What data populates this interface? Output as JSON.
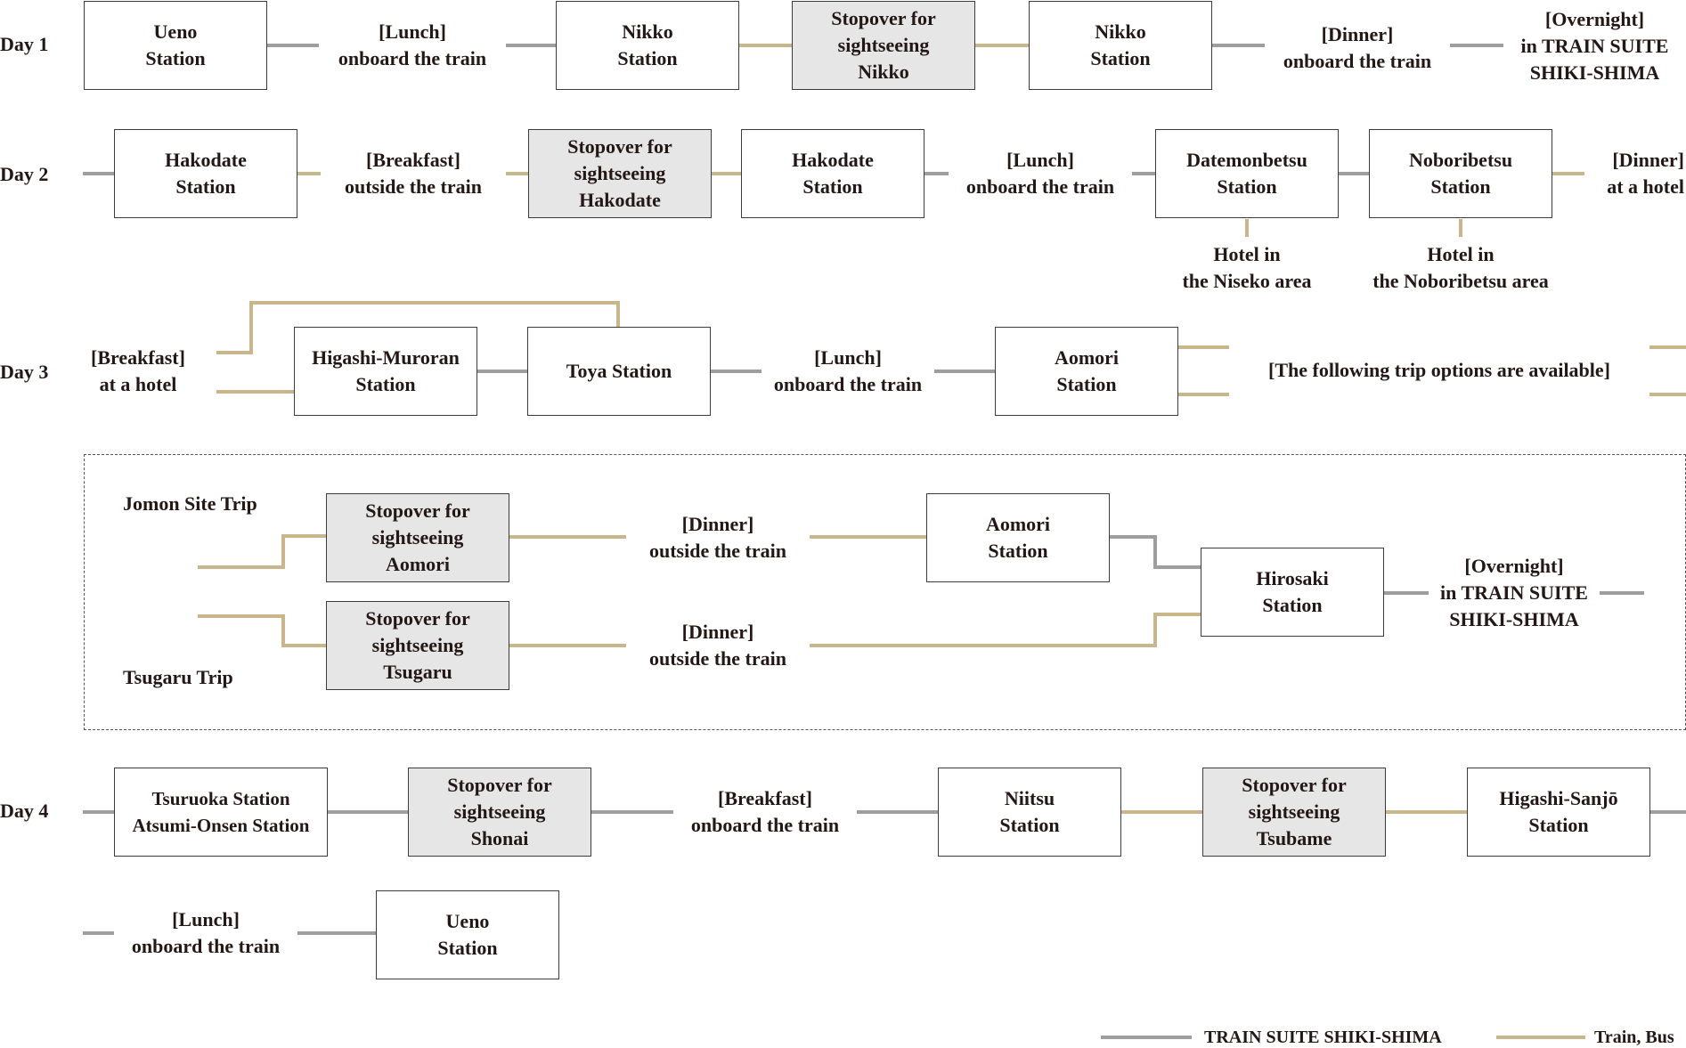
{
  "colors": {
    "shiki_shima": "#c9b68a",
    "train_bus": "#9e9e9e",
    "stopover_fill": "#e6e6e6",
    "border": "#3c3c3c"
  },
  "days": {
    "d1": "Day 1",
    "d2": "Day 2",
    "d3": "Day 3",
    "d4": "Day 4"
  },
  "day1": {
    "ueno": "Ueno\nStation",
    "lunch": "[Lunch]\nonboard the train",
    "nikko1": "Nikko\nStation",
    "stop_nikko": "Stopover for\nsightseeing\nNikko",
    "nikko2": "Nikko\nStation",
    "dinner": "[Dinner]\nonboard the train",
    "overnight": "[Overnight]\nin TRAIN SUITE\nSHIKI-SHIMA"
  },
  "day2": {
    "hakodate1": "Hakodate\nStation",
    "breakfast": "[Breakfast]\noutside the train",
    "stop_hakodate": "Stopover for\nsightseeing\nHakodate",
    "hakodate2": "Hakodate\nStation",
    "lunch": "[Lunch]\nonboard the train",
    "datemonbetsu": "Datemonbetsu\nStation",
    "noboribetsu": "Noboribetsu\nStation",
    "dinner": "[Dinner]\nat a hotel",
    "hotel_niseko": "Hotel in\nthe Niseko area",
    "hotel_noboribetsu": "Hotel in\nthe Noboribetsu area"
  },
  "day3": {
    "breakfast": "[Breakfast]\nat a hotel",
    "higashi_muroran": "Higashi-Muroran\nStation",
    "toya": "Toya Station",
    "lunch": "[Lunch]\nonboard the train",
    "aomori": "Aomori\nStation",
    "options_note": "[The following trip options are available]"
  },
  "options": {
    "jomon_label": "Jomon Site Trip",
    "tsugaru_label": "Tsugaru Trip",
    "stop_aomori": "Stopover for\nsightseeing\nAomori",
    "stop_tsugaru": "Stopover for\nsightseeing\nTsugaru",
    "dinner1": "[Dinner]\noutside the train",
    "dinner2": "[Dinner]\noutside the train",
    "aomori": "Aomori\nStation",
    "hirosaki": "Hirosaki\nStation",
    "overnight": "[Overnight]\nin TRAIN SUITE\nSHIKI-SHIMA"
  },
  "day4": {
    "tsuruoka": "Tsuruoka Station\nAtsumi-Onsen Station",
    "stop_shonai": "Stopover for\nsightseeing\nShonai",
    "breakfast": "[Breakfast]\nonboard the train",
    "niitsu": "Niitsu\nStation",
    "stop_tsubame": "Stopover for\nsightseeing\nTsubame",
    "higashi_sanjo": "Higashi-Sanjō\nStation",
    "lunch": "[Lunch]\nonboard the train",
    "ueno": "Ueno\nStation"
  },
  "legend": {
    "shiki_shima": "TRAIN SUITE SHIKI-SHIMA",
    "train_bus": "Train, Bus"
  }
}
